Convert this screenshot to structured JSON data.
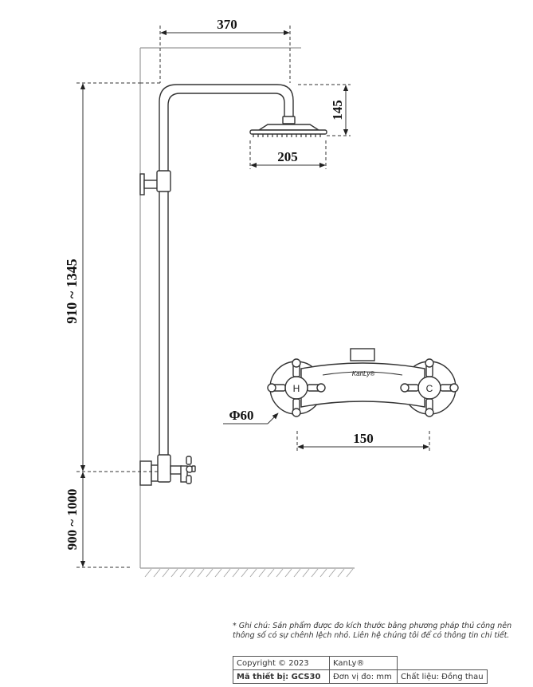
{
  "dimensions": {
    "arm_length": "370",
    "head_height": "145",
    "head_diameter": "205",
    "column_height": "910 ~ 1345",
    "mixer_height": "900 ~ 1000",
    "handle_diameter": "Φ60",
    "inlet_spacing": "150"
  },
  "valve_labels": {
    "hot": "H",
    "cold": "C",
    "brand_mark": "KanLy®"
  },
  "note": "* Ghi chú: Sản phẩm được đo kích thước bằng phương pháp thủ công nên thông số có sự chênh lệch nhỏ. Liên hệ chúng tôi để có thông tin chi tiết.",
  "info_table": {
    "copyright": "Copyright © 2023",
    "brand": "KanLy®",
    "model": "Mã thiết bị: GCS30",
    "unit": "Đơn vị đo: mm",
    "material": "Chất liệu: Đồng thau"
  }
}
